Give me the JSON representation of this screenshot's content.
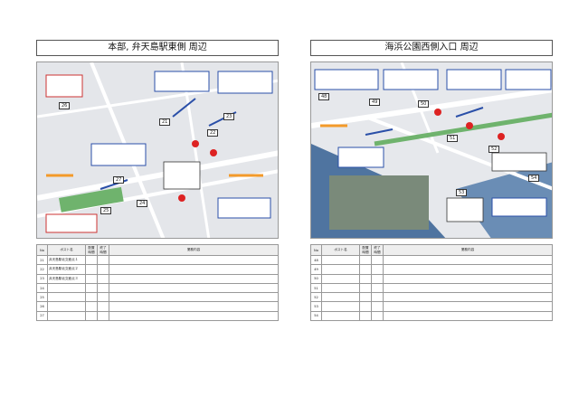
{
  "left": {
    "title": "本部, 弁天島駅東側 周辺",
    "table": {
      "headers": [
        "No",
        "ポスト名",
        "配置時間",
        "終了時間",
        "業務内容"
      ],
      "rows": [
        {
          "no": "21",
          "name": "弁天島駅北交差点１",
          "start": "",
          "end": "",
          "desc": ""
        },
        {
          "no": "22",
          "name": "弁天島駅北交差点２",
          "start": "",
          "end": "",
          "desc": ""
        },
        {
          "no": "23",
          "name": "弁天島駅北交差点３",
          "start": "",
          "end": "",
          "desc": ""
        },
        {
          "no": "24",
          "name": "",
          "start": "",
          "end": "",
          "desc": ""
        },
        {
          "no": "25",
          "name": "",
          "start": "",
          "end": "",
          "desc": ""
        },
        {
          "no": "26",
          "name": "",
          "start": "",
          "end": "",
          "desc": ""
        },
        {
          "no": "27",
          "name": "",
          "start": "",
          "end": "",
          "desc": ""
        }
      ]
    },
    "markers": [
      "26",
      "21",
      "22",
      "23",
      "24",
      "25",
      "27"
    ]
  },
  "right": {
    "title": "海浜公園西側入口 周辺",
    "table": {
      "headers": [
        "No",
        "ポスト名",
        "配置時間",
        "終了時間",
        "業務内容"
      ],
      "rows": [
        {
          "no": "48",
          "name": "",
          "start": "",
          "end": "",
          "desc": ""
        },
        {
          "no": "49",
          "name": "",
          "start": "",
          "end": "",
          "desc": ""
        },
        {
          "no": "50",
          "name": "",
          "start": "",
          "end": "",
          "desc": ""
        },
        {
          "no": "51",
          "name": "",
          "start": "",
          "end": "",
          "desc": ""
        },
        {
          "no": "52",
          "name": "",
          "start": "",
          "end": "",
          "desc": ""
        },
        {
          "no": "53",
          "name": "",
          "start": "",
          "end": "",
          "desc": ""
        },
        {
          "no": "54",
          "name": "",
          "start": "",
          "end": "",
          "desc": ""
        }
      ]
    },
    "markers": [
      "48",
      "49",
      "50",
      "51",
      "52",
      "53",
      "54"
    ]
  },
  "colors": {
    "marker_fill": "#d22",
    "route_arrow": "#2a4fa8",
    "road": "#ffffff",
    "water": "#5b7fa6"
  }
}
